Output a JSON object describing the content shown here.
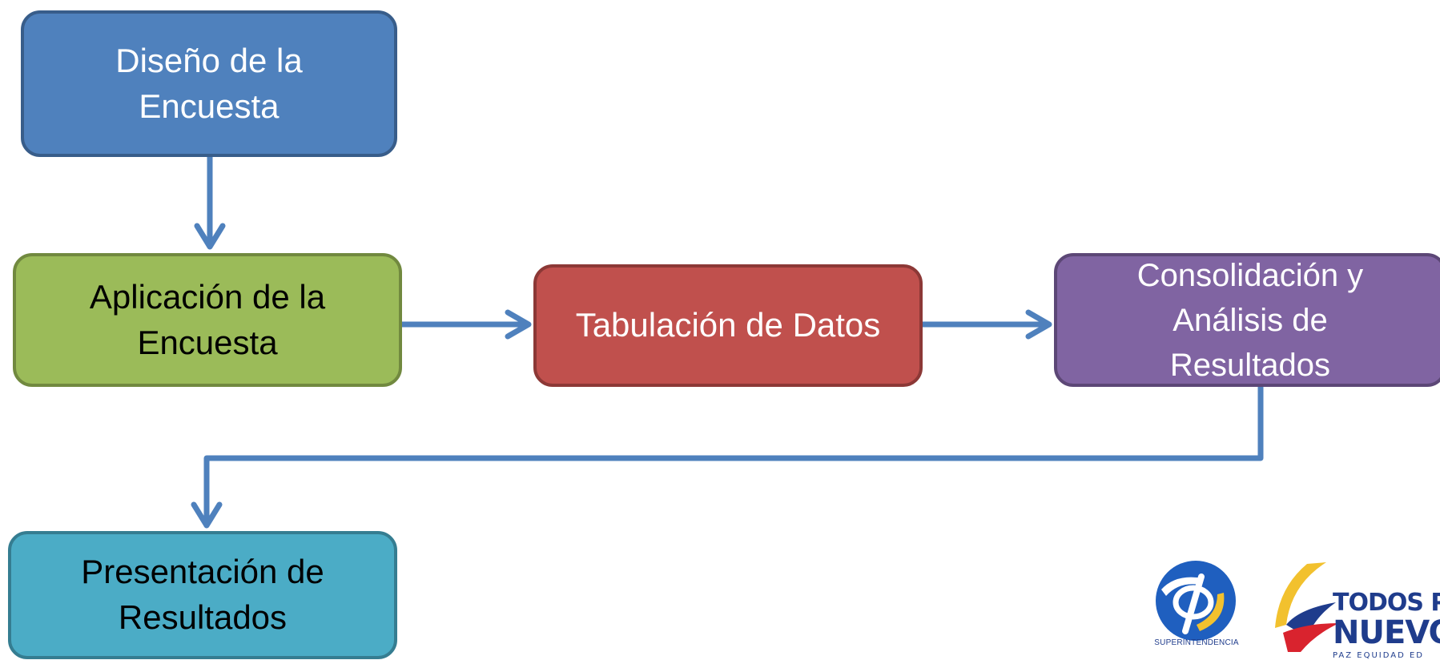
{
  "flow": {
    "steps": [
      {
        "id": "diseno",
        "lines": [
          "Diseño de la",
          "Encuesta"
        ],
        "color": "#4f81bd"
      },
      {
        "id": "aplicacion",
        "lines": [
          "Aplicación de la",
          "Encuesta"
        ],
        "color": "#9bbb59"
      },
      {
        "id": "tabulacion",
        "lines": [
          "Tabulación de Datos"
        ],
        "color": "#c0504d"
      },
      {
        "id": "consolidacion",
        "lines": [
          "Consolidación y",
          "Análisis de",
          "Resultados"
        ],
        "color": "#8064a2"
      },
      {
        "id": "presentacion",
        "lines": [
          "Presentación de",
          "Resultados"
        ],
        "color": "#4bacc6"
      }
    ],
    "arrow_color": "#4f81bd"
  },
  "logos": {
    "superintendencia": {
      "text": "SUPERINTENDENCIA"
    },
    "gobierno": {
      "line1": "TODOS POR",
      "line2": "NUEVO P",
      "line3": "PAZ EQUIDAD ED"
    }
  }
}
